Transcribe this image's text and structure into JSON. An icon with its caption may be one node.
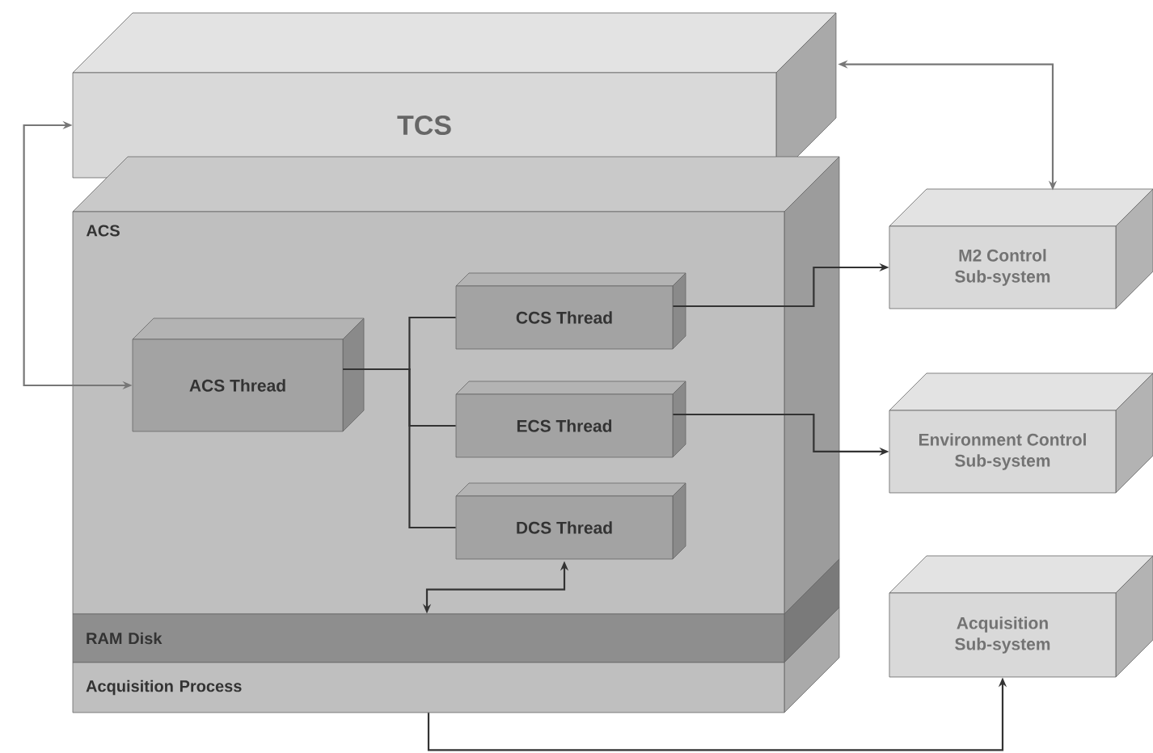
{
  "diagram": {
    "nodes": [
      {
        "text": [
          "TCS"
        ]
      },
      {
        "text": [
          "ACS"
        ]
      },
      {
        "text": [
          "ACS Thread"
        ],
        "in": 1
      },
      {
        "text": [
          "CCS Thread"
        ],
        "in": 1
      },
      {
        "text": [
          "ECS Thread"
        ],
        "in": 1
      },
      {
        "text": [
          "DCS Thread"
        ],
        "in": 1
      },
      {
        "text": [
          "RAM Disk"
        ]
      },
      {
        "text": [
          "Acquisition Process"
        ]
      },
      {
        "text": [
          "M2 Control Sub-system"
        ]
      },
      {
        "text": [
          "Environment Control Sub-system"
        ]
      },
      {
        "text": [
          "Acquisition Sub-system"
        ]
      }
    ],
    "edges": [
      {
        "from": 0,
        "to": 8,
        "arrow": "both",
        "color": "#777777"
      },
      {
        "from": 0,
        "to": 2,
        "arrow": "both",
        "color": "#777777"
      },
      {
        "from": 2,
        "to": 3,
        "arrow": "none"
      },
      {
        "from": 2,
        "to": 4,
        "arrow": "none"
      },
      {
        "from": 2,
        "to": 5,
        "arrow": "none"
      },
      {
        "from": 3,
        "to": 8,
        "arrow": "to"
      },
      {
        "from": 4,
        "to": 9,
        "arrow": "to"
      },
      {
        "from": 6,
        "to": 5,
        "arrow": "both"
      },
      {
        "from": 7,
        "to": 10,
        "arrow": "to"
      }
    ]
  }
}
